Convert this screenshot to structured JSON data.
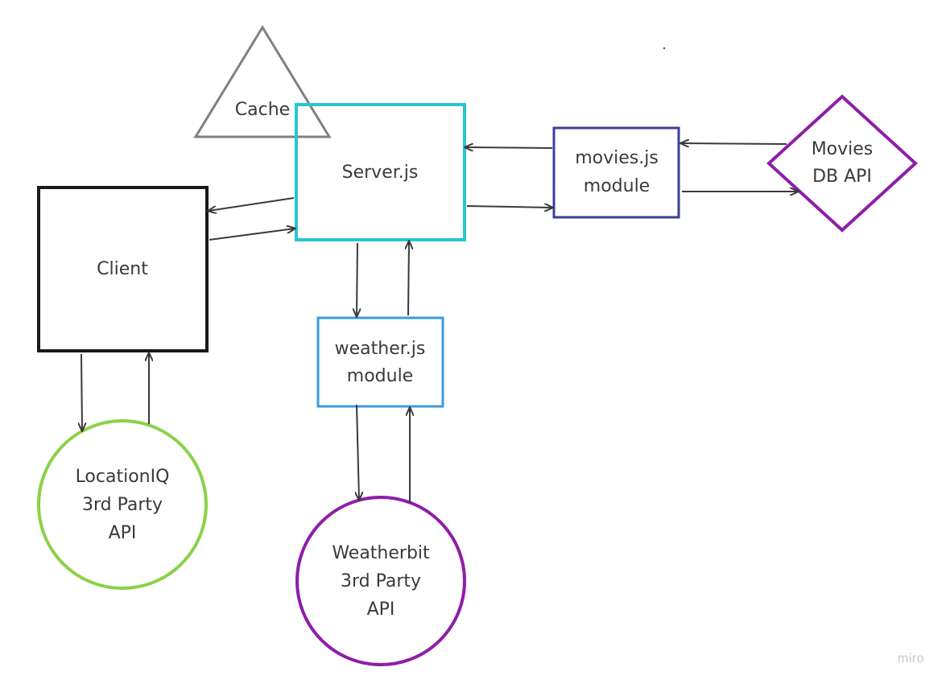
{
  "nodes": {
    "cache": {
      "text": "Cache",
      "shape": "triangle",
      "color": "#808080"
    },
    "server": {
      "text": "Server.js",
      "shape": "rectangle",
      "color": "#26c6d0"
    },
    "client": {
      "text": "Client",
      "shape": "rectangle",
      "color": "#1a1a1a"
    },
    "movies_module": {
      "lines": [
        "movies.js",
        "module"
      ],
      "shape": "rectangle",
      "color": "#3d3d9c"
    },
    "movies_api": {
      "lines": [
        "Movies",
        "DB API"
      ],
      "shape": "diamond",
      "color": "#8e1ea8"
    },
    "weather_module": {
      "lines": [
        "weather.js",
        "module"
      ],
      "shape": "rectangle",
      "color": "#3a9be0"
    },
    "locationiq": {
      "lines": [
        "LocationIQ",
        "3rd Party",
        "API"
      ],
      "shape": "circle",
      "color": "#8bd14a"
    },
    "weatherbit": {
      "lines": [
        "Weatherbit",
        "3rd Party",
        "API"
      ],
      "shape": "circle",
      "color": "#8e1ea8"
    }
  },
  "connections": [
    {
      "from": "server",
      "to": "client"
    },
    {
      "from": "client",
      "to": "server"
    },
    {
      "from": "movies_module",
      "to": "server"
    },
    {
      "from": "server",
      "to": "movies_module"
    },
    {
      "from": "movies_api",
      "to": "movies_module"
    },
    {
      "from": "movies_module",
      "to": "movies_api"
    },
    {
      "from": "server",
      "to": "weather_module"
    },
    {
      "from": "weather_module",
      "to": "server"
    },
    {
      "from": "client",
      "to": "locationiq"
    },
    {
      "from": "locationiq",
      "to": "client"
    },
    {
      "from": "weather_module",
      "to": "weatherbit"
    },
    {
      "from": "weatherbit",
      "to": "weather_module"
    }
  ],
  "watermark": "miro",
  "arrow_color": "#3a3a3a"
}
